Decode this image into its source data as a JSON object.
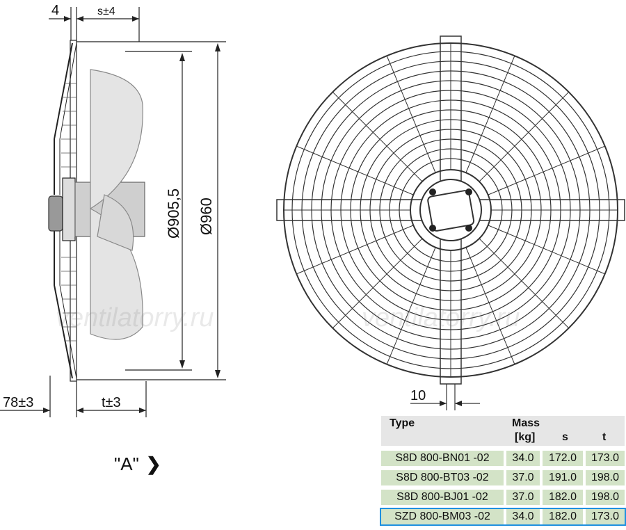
{
  "dimensions": {
    "flange": "4",
    "s_tol": "s±4",
    "dia_inner": "Ø905,5",
    "dia_outer": "Ø960",
    "base": "78±3",
    "t_tol": "t±3",
    "strut": "10"
  },
  "watermarks": [
    "ventilatorry.ru",
    "ventilatorry.ru"
  ],
  "view_label": "\"A\"",
  "view_chevron": "❯",
  "table": {
    "header": {
      "type": "Type",
      "mass_line1": "Mass",
      "mass_line2": "[kg]",
      "s": "s",
      "t": "t"
    },
    "rows": [
      {
        "type": "S8D 800-BN01 -02",
        "mass": "34.0",
        "s": "172.0",
        "t": "173.0"
      },
      {
        "type": "S8D 800-BT03 -02",
        "mass": "37.0",
        "s": "191.0",
        "t": "198.0"
      },
      {
        "type": "S8D 800-BJ01 -02",
        "mass": "37.0",
        "s": "182.0",
        "t": "198.0"
      },
      {
        "type": "SZD 800-BM03 -02",
        "mass": "34.0",
        "s": "182.0",
        "t": "173.0"
      }
    ],
    "highlight_color": "#1e90e0",
    "row_color": "#d3e3c7",
    "header_color": "#e6e6e6"
  }
}
